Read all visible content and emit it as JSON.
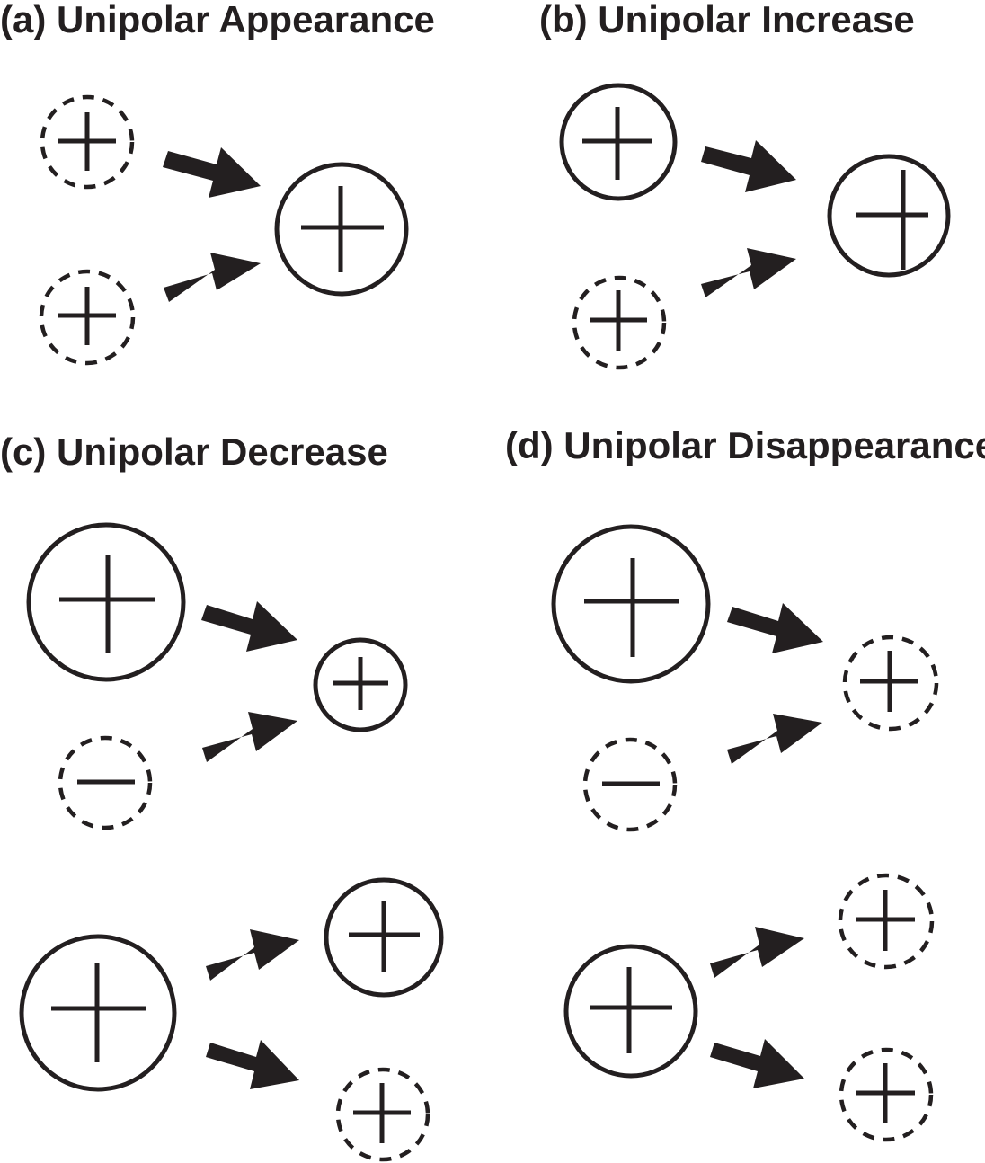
{
  "diagram": {
    "ink_color": "#231f20",
    "background_color": "#ffffff",
    "panels": [
      {
        "id": "a",
        "title": "(a) Unipolar Appearance",
        "rows": [
          {
            "inputs": [
              {
                "sign": "+",
                "style": "dashed"
              },
              {
                "sign": "+",
                "style": "dashed"
              }
            ],
            "output": {
              "sign": "+",
              "style": "solid"
            }
          }
        ]
      },
      {
        "id": "b",
        "title": "(b) Unipolar Increase",
        "rows": [
          {
            "inputs": [
              {
                "sign": "+",
                "style": "solid"
              },
              {
                "sign": "+",
                "style": "dashed"
              }
            ],
            "output": {
              "sign": "+",
              "style": "solid"
            }
          }
        ]
      },
      {
        "id": "c",
        "title": "(c) Unipolar Decrease",
        "rows": [
          {
            "inputs": [
              {
                "sign": "+",
                "style": "solid"
              },
              {
                "sign": "−",
                "style": "dashed"
              }
            ],
            "output": {
              "sign": "+",
              "style": "solid"
            }
          },
          {
            "input": {
              "sign": "+",
              "style": "solid"
            },
            "outputs": [
              {
                "sign": "+",
                "style": "solid"
              },
              {
                "sign": "+",
                "style": "dashed"
              }
            ]
          }
        ]
      },
      {
        "id": "d",
        "title": "(d) Unipolar Disappearance",
        "rows": [
          {
            "inputs": [
              {
                "sign": "+",
                "style": "solid"
              },
              {
                "sign": "−",
                "style": "dashed"
              }
            ],
            "output": {
              "sign": "+",
              "style": "dashed"
            }
          },
          {
            "input": {
              "sign": "+",
              "style": "solid"
            },
            "outputs": [
              {
                "sign": "+",
                "style": "dashed"
              },
              {
                "sign": "+",
                "style": "dashed"
              }
            ]
          }
        ]
      }
    ]
  }
}
